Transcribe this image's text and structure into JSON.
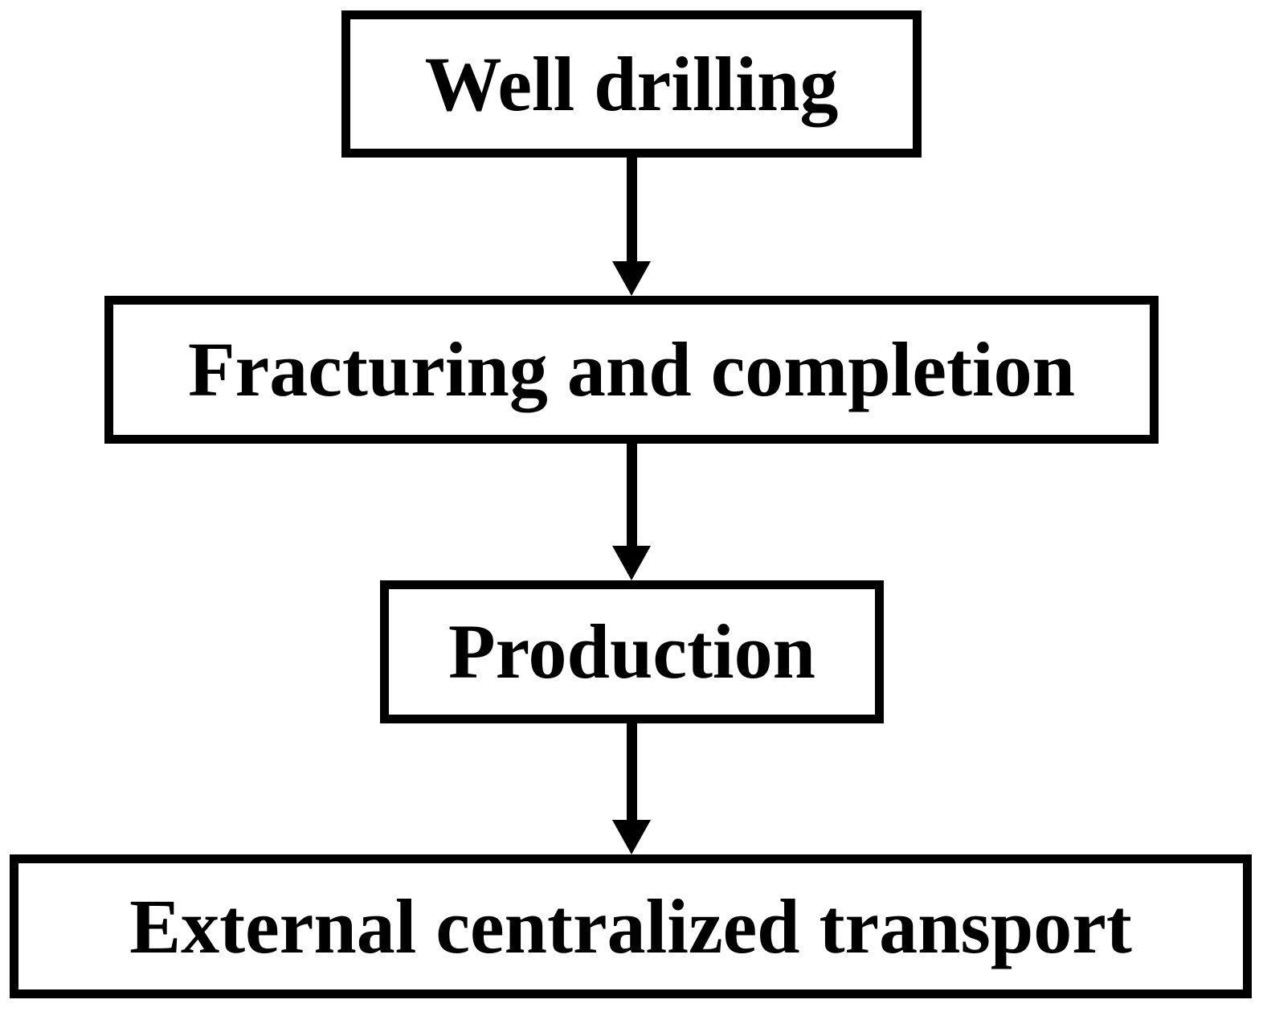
{
  "figure": {
    "type": "flowchart",
    "orientation": "top-down",
    "background_color": "#ffffff",
    "box_border_color": "#000000",
    "box_fill_color": "#ffffff",
    "arrow_color": "#000000",
    "text_color": "#000000",
    "nodes": [
      {
        "label": "Well drilling"
      },
      {
        "label": "Fracturing and completion"
      },
      {
        "label": "Production"
      },
      {
        "label": "External centralized transport"
      }
    ],
    "edges": [
      {
        "from": "Well drilling",
        "to": "Fracturing and completion",
        "style": "solid-arrow-down"
      },
      {
        "from": "Fracturing and completion",
        "to": "Production",
        "style": "solid-arrow-down"
      },
      {
        "from": "Production",
        "to": "External centralized transport",
        "style": "solid-arrow-down"
      }
    ]
  }
}
